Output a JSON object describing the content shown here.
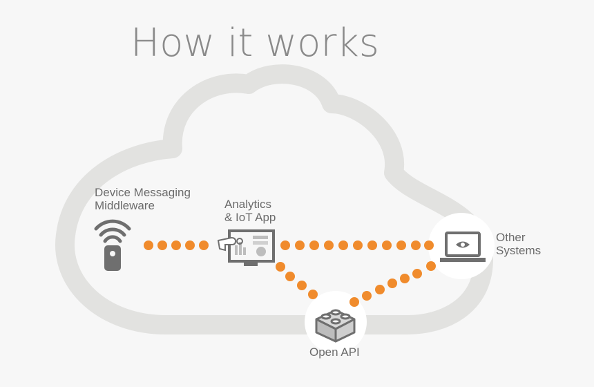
{
  "title": "How it works",
  "nodes": {
    "device": {
      "line1": "Device Messaging",
      "line2": "Middleware",
      "icon": "wifi-sensor-icon"
    },
    "analytics": {
      "line1": "Analytics",
      "line2": "& IoT App",
      "icon": "analytics-monitor-icon"
    },
    "other": {
      "line1": "Other",
      "line2": "Systems",
      "icon": "laptop-eye-icon"
    },
    "api": {
      "label": "Open API",
      "icon": "lego-brick-icon"
    }
  },
  "colors": {
    "background": "#f7f7f7",
    "cloud": "#e2e2e0",
    "icon": "#6f6f6f",
    "text": "#6b6b6b",
    "dots": "#f08b2c"
  }
}
